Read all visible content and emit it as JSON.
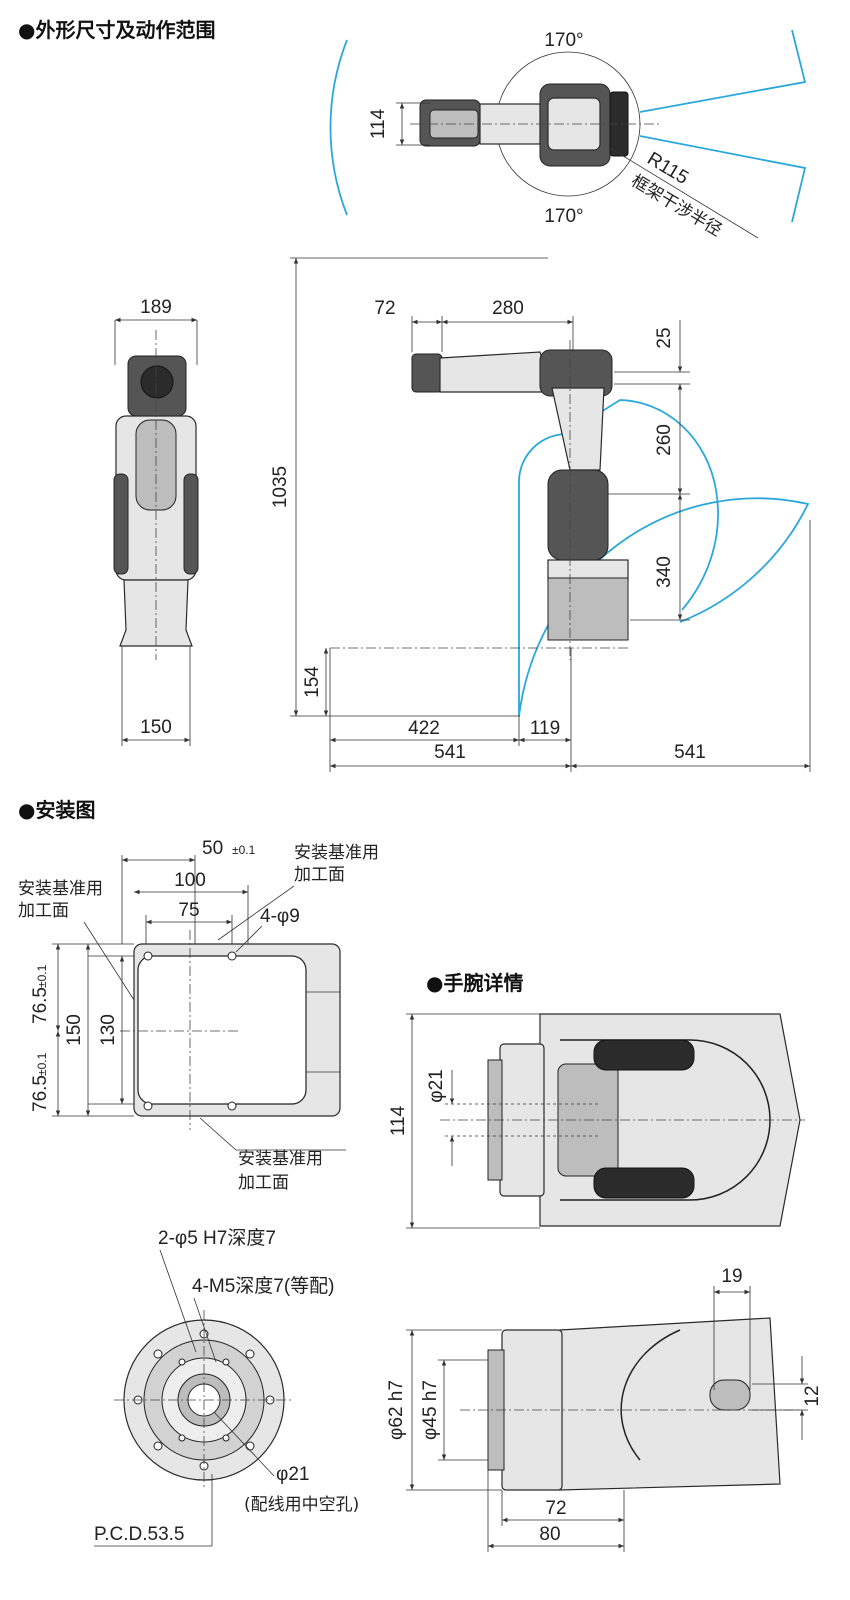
{
  "sections": {
    "dimensions": "●外形尺寸及动作范围",
    "installation": "●安装图",
    "wrist": "●手腕详情"
  },
  "top_view": {
    "angle_top": "170°",
    "angle_bottom": "170°",
    "width": "114",
    "radius": "R115",
    "radius_note": "框架干涉半径"
  },
  "front_view": {
    "width": "189",
    "base_width": "150"
  },
  "side_view": {
    "d72": "72",
    "d280": "280",
    "d25": "25",
    "d260": "260",
    "d340": "340",
    "height": "1035",
    "d154": "154",
    "d422": "422",
    "d119": "119",
    "d541_left": "541",
    "d541_right": "541"
  },
  "install": {
    "d50": "50",
    "tol50": "±0.1",
    "d100": "100",
    "d75": "75",
    "holes": "4-φ9",
    "ref_top_1": "安装基准用",
    "ref_top_2": "加工面",
    "ref_left_1": "安装基准用",
    "ref_left_2": "加工面",
    "ref_bottom_1": "安装基准用",
    "ref_bottom_2": "加工面",
    "d76a": "76.5",
    "d76b": "76.5",
    "tol76": "±0.1",
    "d150": "150",
    "d130": "130"
  },
  "wrist": {
    "phi21": "φ21",
    "d114": "114",
    "pin": "2-φ5 H7深度7",
    "tap": "4-M5深度7(等配)",
    "bore": "φ21",
    "bore_note": "(配线用中空孔)",
    "pcd": "P.C.D.53.5",
    "d19": "19",
    "d12": "12",
    "phi62": "φ62 h7",
    "phi45": "φ45 h7",
    "d72": "72",
    "d80": "80"
  }
}
